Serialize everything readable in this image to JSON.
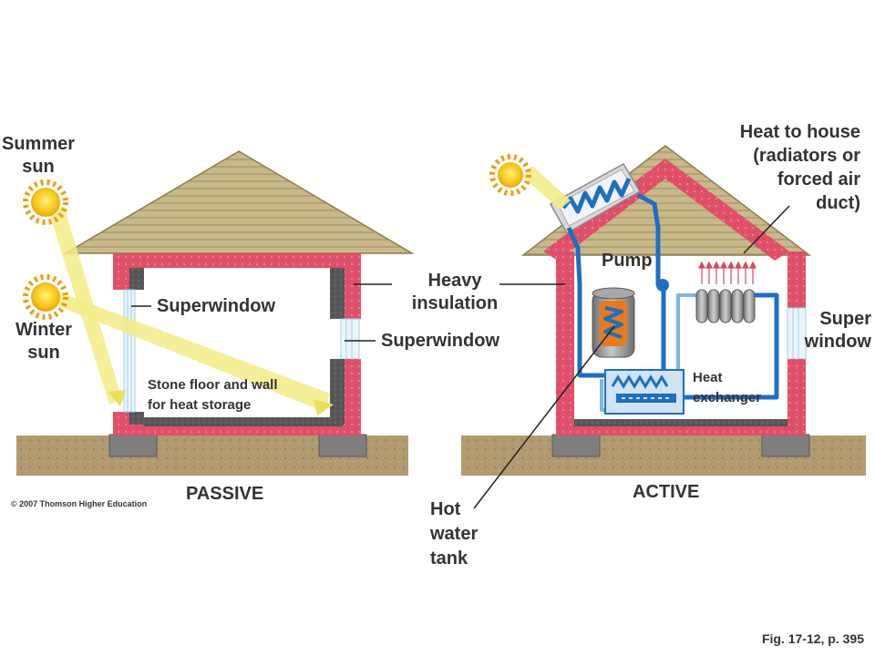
{
  "passive": {
    "summer_sun": [
      "Summer",
      "sun"
    ],
    "winter_sun": [
      "Winter",
      "sun"
    ],
    "superwindow_left": "Superwindow",
    "heavy_insulation": [
      "Heavy",
      "insulation"
    ],
    "superwindow_right": "Superwindow",
    "stone_floor": [
      "Stone floor and wall",
      "for heat storage"
    ],
    "caption": "PASSIVE"
  },
  "active": {
    "heat_to_house": [
      "Heat to house",
      "(radiators or",
      "forced air",
      "duct)"
    ],
    "pump": "Pump",
    "super_window": [
      "Super",
      "window"
    ],
    "heat_exchanger": [
      "Heat",
      "exchanger"
    ],
    "hot_water_tank": [
      "Hot",
      "water",
      "tank"
    ],
    "caption": "ACTIVE"
  },
  "copyright": "© 2007 Thomson Higher Education",
  "figure_ref": "Fig. 17-12, p. 395",
  "colors": {
    "insulation": "#e0506a",
    "insulation_light": "#ee8fa0",
    "stone": "#555555",
    "roof": "#c9b98a",
    "ground": "#a8916a",
    "foundation": "#7e7e7e",
    "sun": "#f7c416",
    "sun_beam": "#f4ec86",
    "pipe": "#1d6fc2",
    "pipe_return": "#7fb6e8",
    "tank": "#8c8c8c",
    "coil": "#e87a1c",
    "text": "#333333"
  }
}
